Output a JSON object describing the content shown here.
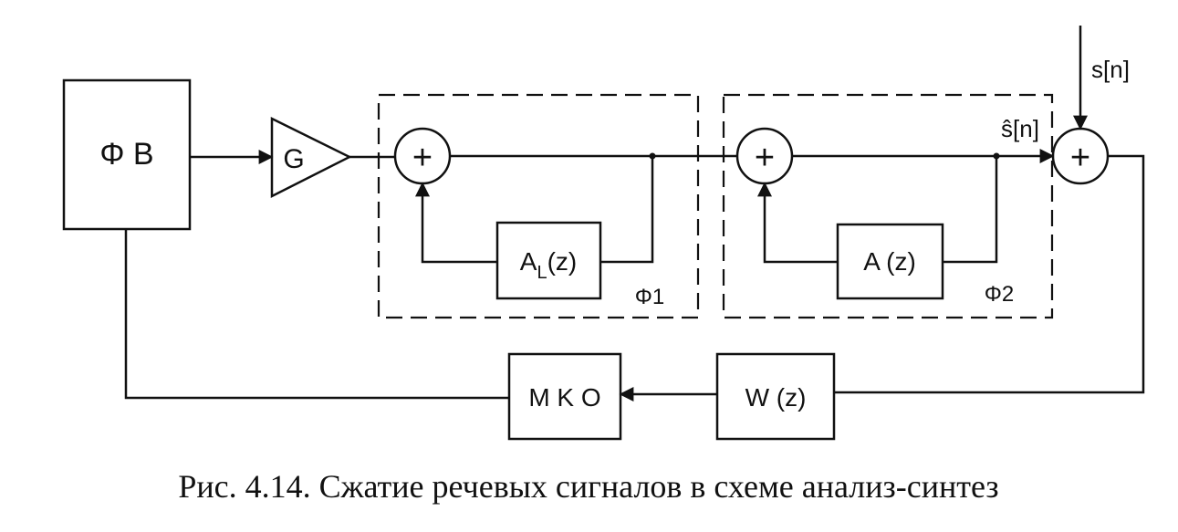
{
  "diagram": {
    "blocks": {
      "fv": "Φ B",
      "gain": "G",
      "al_main": "A",
      "al_sub": "L",
      "al_tail": "(z)",
      "az": "A (z)",
      "wz": "W (z)",
      "mko": "M K O"
    },
    "group_labels": {
      "f1": "Φ1",
      "f2": "Φ2"
    },
    "signals": {
      "sn": "s[n]",
      "sn_hat": "ŝ[n]"
    },
    "adders": {
      "symbol": "+"
    }
  },
  "caption": "Рис. 4.14. Сжатие речевых сигналов в схеме анализ-синтез",
  "colors": {
    "ink": "#111111",
    "background": "#ffffff"
  }
}
